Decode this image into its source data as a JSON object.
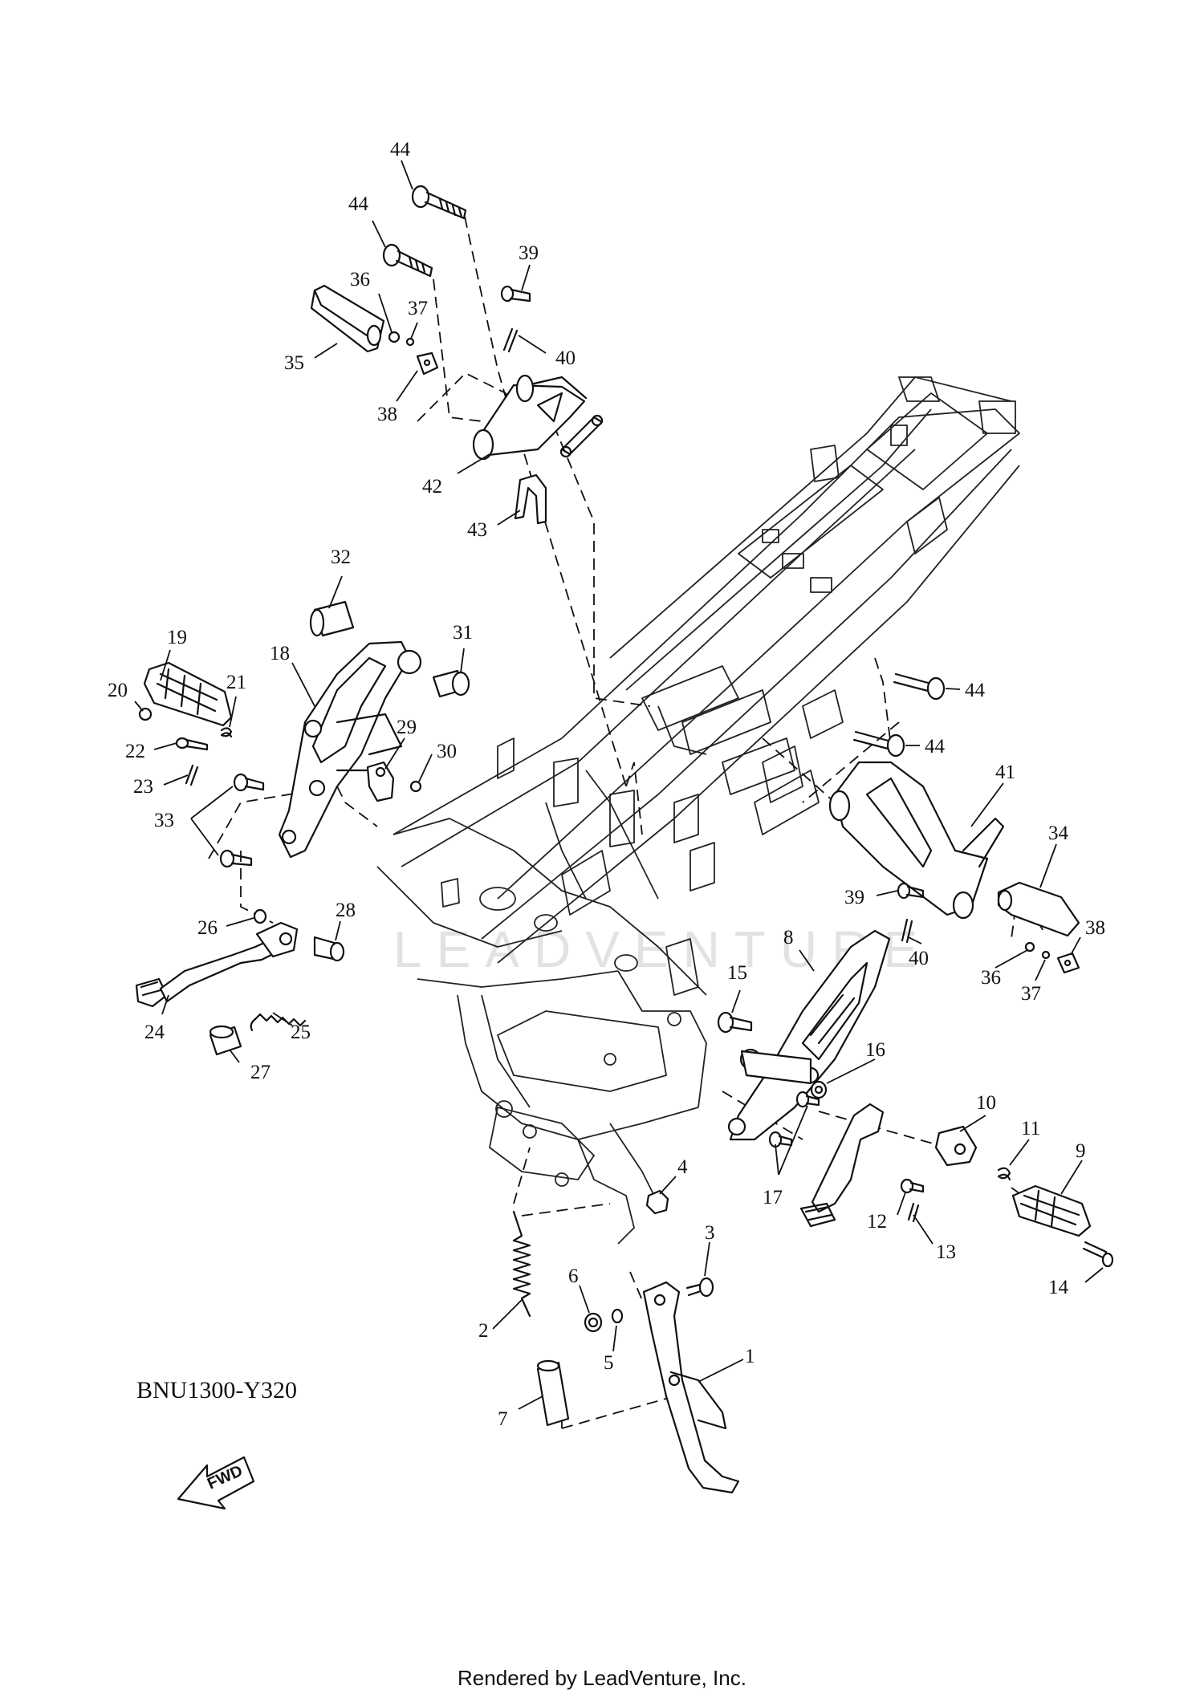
{
  "diagram": {
    "code": "BNU1300-Y320",
    "footer": "Rendered by LeadVenture, Inc.",
    "watermark": "LEADVENTURE",
    "fwd_label": "FWD",
    "callouts": [
      "44",
      "44",
      "39",
      "36",
      "37",
      "40",
      "35",
      "38",
      "42",
      "43",
      "32",
      "31",
      "19",
      "18",
      "21",
      "20",
      "22",
      "23",
      "29",
      "30",
      "33",
      "28",
      "26",
      "24",
      "25",
      "27",
      "44",
      "44",
      "41",
      "34",
      "39",
      "38",
      "40",
      "36",
      "37",
      "8",
      "15",
      "16",
      "10",
      "11",
      "9",
      "17",
      "4",
      "12",
      "13",
      "3",
      "14",
      "6",
      "2",
      "5",
      "1",
      "7"
    ]
  }
}
